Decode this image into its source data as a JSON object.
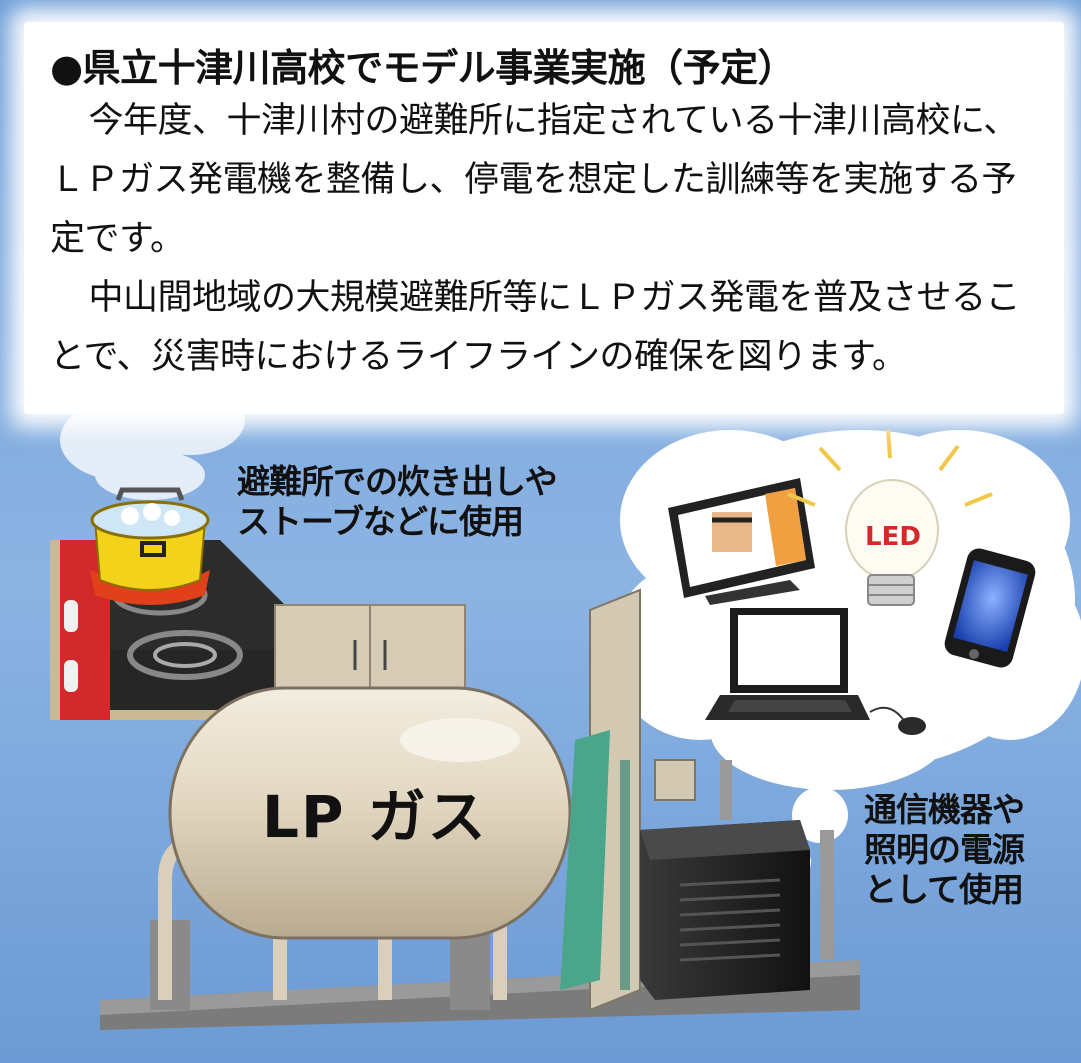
{
  "notice": {
    "title": "●県立十津川高校でモデル事業実施（予定）",
    "paragraph1": "今年度、十津川村の避難所に指定されている十津川高校に、ＬＰガス発電機を整備し、停電を想定した訓練等を実施する予定です。",
    "paragraph2": "中山間地域の大規模避難所等にＬＰガス発電を普及させることで、災害時におけるライフラインの確保を図ります。"
  },
  "captions": {
    "cooking_line1": "避難所での炊き出しや",
    "cooking_line2": "ストーブなどに使用",
    "power_line1": "通信機器や",
    "power_line2": "照明の電源",
    "power_line3": "として使用"
  },
  "tank_label": "LP ガス",
  "bulb_label": "LED",
  "icons": [
    "cooking-pot-icon",
    "gas-stove-icon",
    "lp-gas-tank-icon",
    "generator-icon",
    "tv-monitor-icon",
    "led-bulb-icon",
    "smartphone-icon",
    "laptop-icon",
    "mouse-icon"
  ],
  "colors": {
    "background": "#7aa8dc",
    "tank": "#e6dcc8",
    "pot": "#f2d21a",
    "stove_red": "#d22a2a",
    "generator": "#2a2a2a",
    "panel_green": "#4aa58a"
  }
}
